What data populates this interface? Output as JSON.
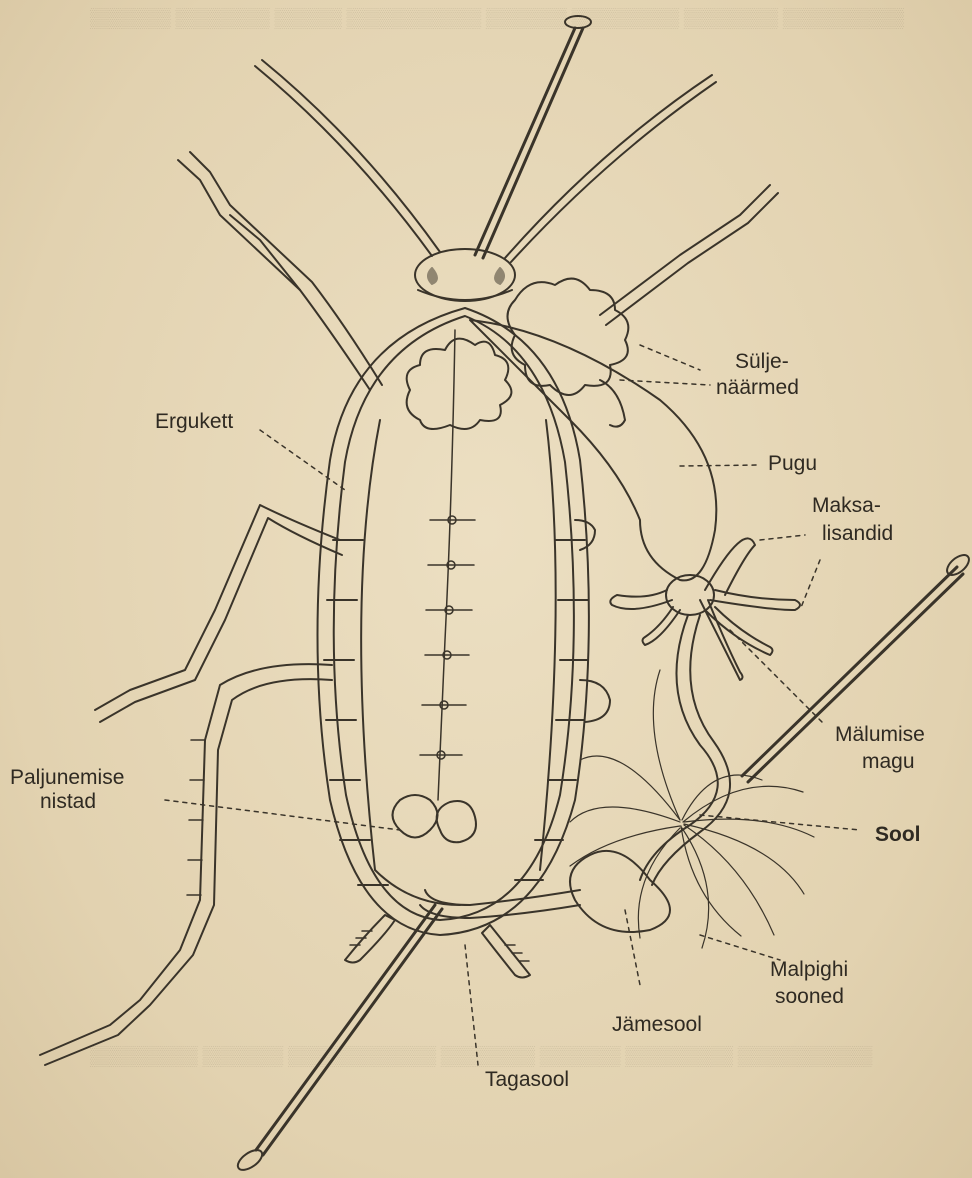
{
  "labels": {
    "sulje": "Sülje-",
    "naarmed": "näärmed",
    "pugu": "Pugu",
    "maksa": "Maksa-",
    "lisandid": "lisandid",
    "ergukett": "Ergukett",
    "malumise": "Mälumise",
    "magu": "magu",
    "paljunemise": "Paljunemise",
    "nistad": "nistad",
    "sool": "Sool",
    "malpighi": "Malpighi",
    "sooned": "sooned",
    "jamesool": "Jämesool",
    "tagasool": "Tagasool"
  },
  "colors": {
    "paper": "#e6d8b8",
    "ink": "#3a342a"
  }
}
